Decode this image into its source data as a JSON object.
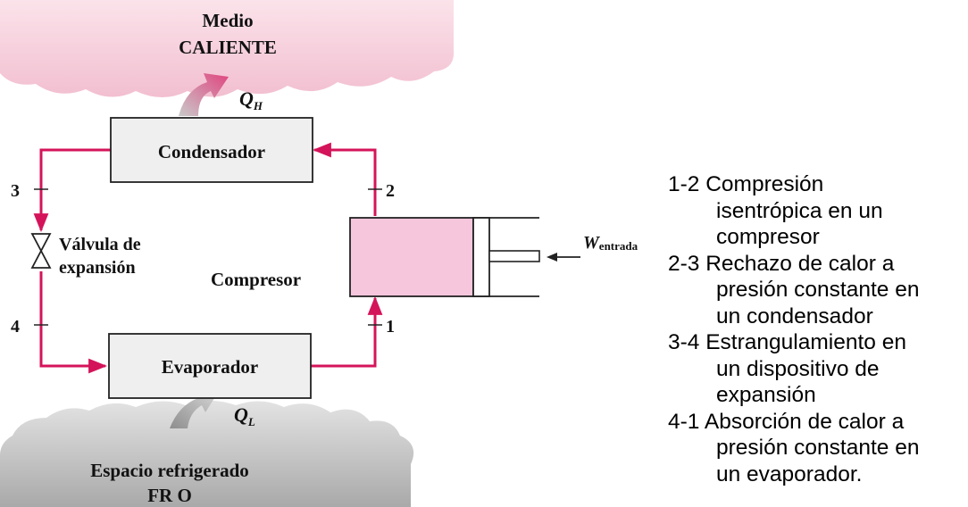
{
  "diagram": {
    "hot_medium": {
      "line1": "Medio",
      "line2": "CALIENTE"
    },
    "cold_space": {
      "line1": "Espacio refrigerado",
      "line2": "FR O"
    },
    "condenser_label": "Condensador",
    "evaporator_label": "Evaporador",
    "compressor_label": "Compresor",
    "valve_label": {
      "line1": "Válvula de",
      "line2": "expansión"
    },
    "heat_out": {
      "symbol": "Q",
      "subscript": "H"
    },
    "heat_in": {
      "symbol": "Q",
      "subscript": "L"
    },
    "work_in": {
      "symbol": "W",
      "subscript": "entrada"
    },
    "state_points": [
      "1",
      "2",
      "3",
      "4"
    ],
    "colors": {
      "flow_line": "#d4145a",
      "box_fill": "#efefef",
      "compressor_fill": "#f5c6dc",
      "hot_cloud": "#f6cfdc",
      "cold_cloud": "#b9b9b9",
      "heat_arrow_hot": "#e8749e",
      "heat_arrow_cold": "#9a9a9a"
    }
  },
  "legend": [
    {
      "first": "1-2 Compresión",
      "rest": [
        "isentrópica en un",
        "compresor"
      ]
    },
    {
      "first": "2-3 Rechazo de calor a",
      "rest": [
        "presión constante en",
        "un condensador"
      ]
    },
    {
      "first": "3-4 Estrangulamiento en",
      "rest": [
        "un dispositivo de",
        "expansión"
      ]
    },
    {
      "first": "4-1 Absorción de calor a",
      "rest": [
        "presión constante en",
        "un evaporador."
      ]
    }
  ]
}
